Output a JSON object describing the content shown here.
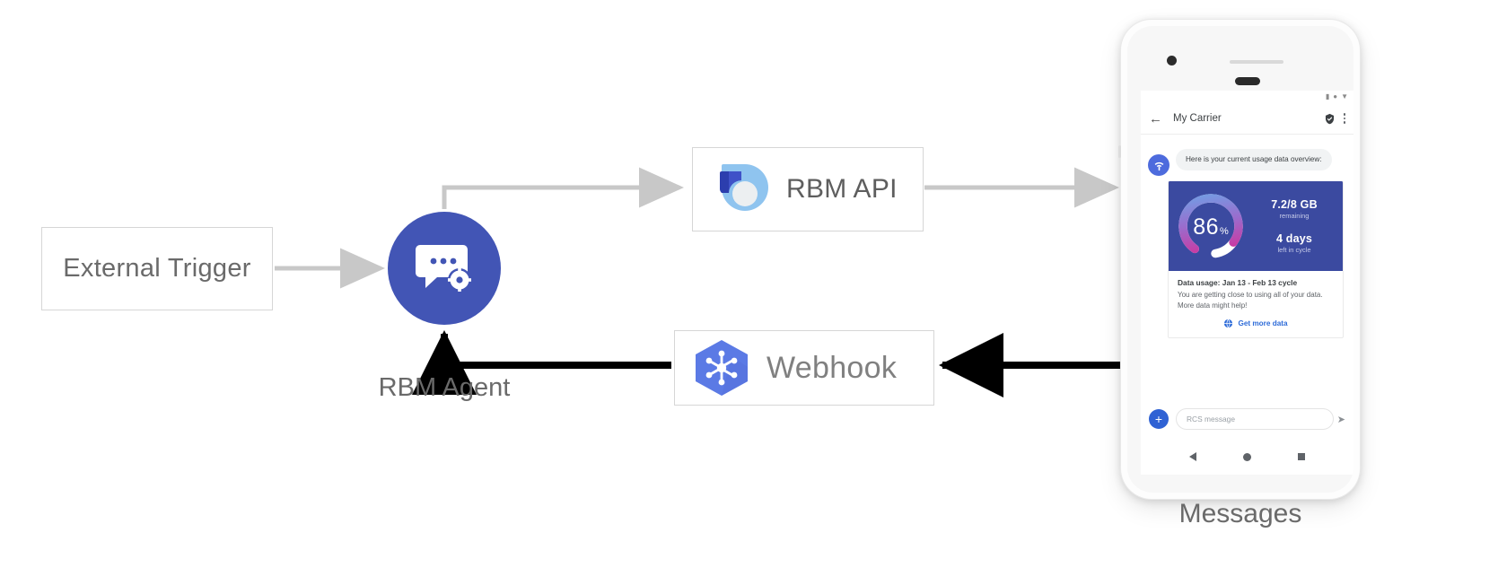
{
  "diagram": {
    "external_trigger": {
      "label": "External Trigger"
    },
    "rbm_agent": {
      "label": "RBM Agent",
      "icon": "chat-gear-icon"
    },
    "rbm_api": {
      "label": "RBM API",
      "icon": "rbm-api-logo-icon"
    },
    "webhook": {
      "label": "Webhook",
      "icon": "cloud-functions-hexagon-icon"
    },
    "device_label": "Messages",
    "colors": {
      "agent_blue": "#4255b5",
      "webhook_blue": "#5b7ae5",
      "api_light_blue": "#8fc4ef",
      "api_dark_blue": "#2c3eae",
      "arrow_gray": "#c8c8c8",
      "arrow_black": "#000000"
    }
  },
  "phone": {
    "statusbar": {
      "icons": [
        "signal-icon",
        "wifi-icon",
        "battery-icon"
      ]
    },
    "appbar": {
      "back_icon": "back-arrow-icon",
      "title": "My Carrier",
      "verified_icon": "verified-shield-icon",
      "overflow_icon": "overflow-menu-icon"
    },
    "conversation": {
      "bot_avatar_icon": "carrier-bot-icon",
      "incoming_message": "Here is your current usage data overview:"
    },
    "rich_card": {
      "gauge": {
        "percent": "86",
        "percent_symbol": "%",
        "value": 86,
        "max": 100
      },
      "stats": [
        {
          "value": "7.2/8 GB",
          "caption": "remaining"
        },
        {
          "value": "4 days",
          "caption": "left in cycle"
        }
      ],
      "title": "Data usage: Jan 13 - Feb 13 cycle",
      "description": "You are getting close to using all of your data. More data might help!",
      "action": {
        "icon": "globe-icon",
        "label": "Get more data"
      },
      "hero_bg": "#3b4aa0"
    },
    "composer": {
      "add_icon": "plus-icon",
      "placeholder": "RCS message",
      "value": "",
      "send_icon": "send-icon"
    },
    "navbar": {
      "items": [
        "back-nav-icon",
        "home-nav-icon",
        "recents-nav-icon"
      ]
    }
  }
}
